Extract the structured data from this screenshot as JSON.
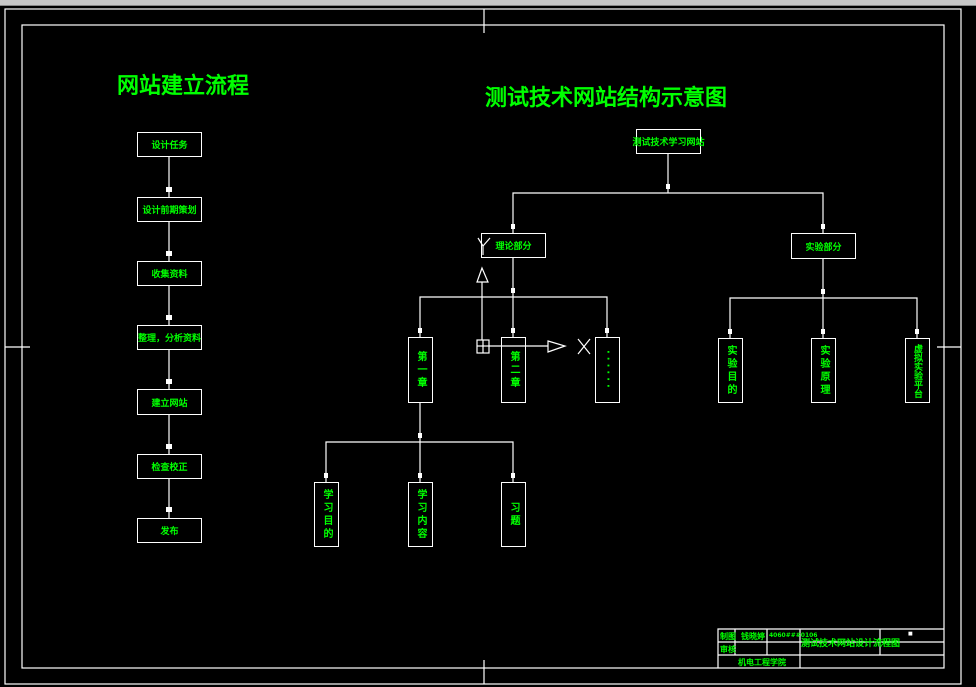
{
  "left_title": "网站建立流程",
  "right_title": "测试技术网站结构示意图",
  "flow_steps": [
    "设计任务",
    "设计前期策划",
    "收集资料",
    "整理，分析资料",
    "建立网站",
    "检查校正",
    "发布"
  ],
  "tree": {
    "root": "测试技术学习网站",
    "theory": {
      "label": "理论部分",
      "children": [
        "第一章",
        "第二章",
        "······"
      ]
    },
    "experiment": {
      "label": "实验部分",
      "children": [
        "实验目的",
        "实验原理",
        "虚拟实验平台"
      ]
    },
    "chapter_children": [
      "学习目的",
      "学习内容",
      "习题"
    ]
  },
  "ucs": {
    "y_label": "Y",
    "x_label": "X"
  },
  "title_block": {
    "drawn_by_label": "制图",
    "reviewed_by_label": "审核",
    "drawer_name": "钱晓婷",
    "student_id": "4060###0106",
    "drawing_title": "测试技术网站设计流程图",
    "school": "机电工程学院",
    "mark": "■"
  },
  "colors": {
    "background": "#000000",
    "lines": "#ffffff",
    "text": "#00ff00"
  }
}
